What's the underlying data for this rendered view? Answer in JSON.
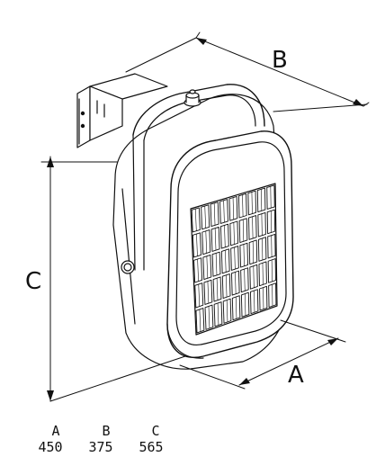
{
  "dimensions": {
    "a_label": "A",
    "b_label": "B",
    "c_label": "C"
  },
  "table": {
    "headers": [
      "A",
      "B",
      "C"
    ],
    "values": [
      "450",
      "375",
      "565"
    ]
  }
}
